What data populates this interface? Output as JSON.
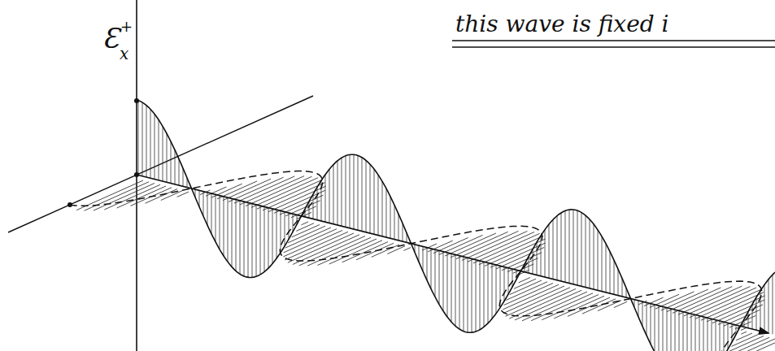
{
  "diagram": {
    "labels": [
      "Ɛ",
      "x",
      "+",
      "this wave is fixed i"
    ]
  }
}
